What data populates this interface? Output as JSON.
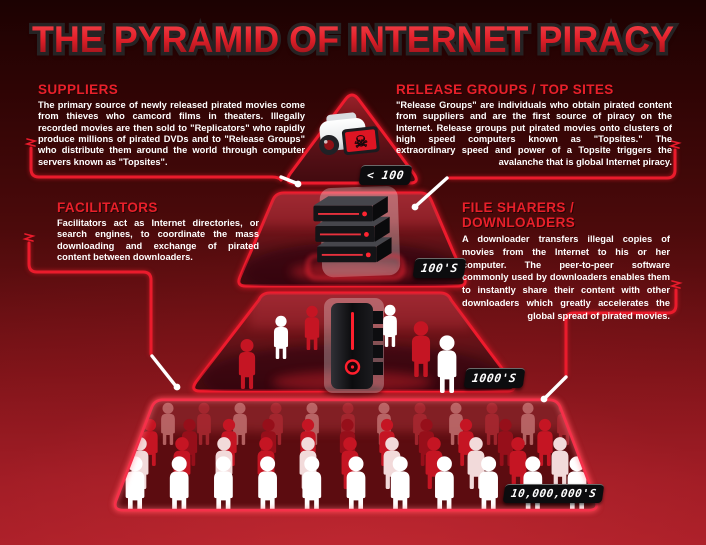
{
  "title": "THE PYRAMID OF INTERNET PIRACY",
  "sections": {
    "suppliers": {
      "heading": "SUPPLIERS",
      "body": "The primary source of newly released pirated movies come from thieves who camcord films in theaters.  Illegally recorded movies are then sold to \"Replicators\" who rapidly produce millions of pirated DVDs and to \"Release Groups\" who distribute them around the world through computer servers known as \"Topsites\"."
    },
    "release_groups": {
      "heading": "RELEASE GROUPS / TOP SITES",
      "body": "\"Release Groups\" are individuals who obtain pirated content from suppliers and are the first source of piracy on the Internet.  Release groups put pirated movies onto clusters of high speed computers known as \"Topsites.\"  The extraordinary speed and power of a Topsite triggers the avalanche that is global Internet piracy."
    },
    "facilitators": {
      "heading": "FACILITATORS",
      "body": "Facilitators act as Internet directories, or search engines, to coordinate the mass downloading and exchange of pirated content between downloaders."
    },
    "file_sharers": {
      "heading": "FILE SHARERS / DOWNLOADERS",
      "body": "A downloader transfers illegal copies of movies from the Internet to his or her computer.  The peer-to-peer software commonly used by downloaders enables them to instantly share their content with other downloaders which greatly accelerates the global spread of pirated movies."
    }
  },
  "pyramid": {
    "tiers": [
      {
        "level": 1,
        "count_label": "< 100",
        "icon": "camcorder-skull-icon",
        "linked_section": "suppliers"
      },
      {
        "level": 2,
        "count_label": "100'S",
        "icon": "server-stack-icon",
        "linked_section": "release_groups"
      },
      {
        "level": 3,
        "count_label": "1000'S",
        "icon": "tower-computer-icon",
        "linked_section": "facilitators"
      },
      {
        "level": 4,
        "count_label": "10,000,000'S",
        "icon": "crowd-icon",
        "linked_section": "file_sharers"
      }
    ]
  },
  "colors": {
    "background_top": "#1c0202",
    "background_bottom": "#b2222b",
    "accent_red": "#ee1b2d",
    "heading_red": "#e8202a",
    "body_text": "#ffffff",
    "badge_bg": "#0c0c0e",
    "person_white": "#ffffff",
    "person_red": "#c51523",
    "person_dark_red": "#960f1a",
    "person_pink": "#f2dada",
    "person_faded": "#bf6d6d",
    "person_faded_red": "#a82830"
  }
}
